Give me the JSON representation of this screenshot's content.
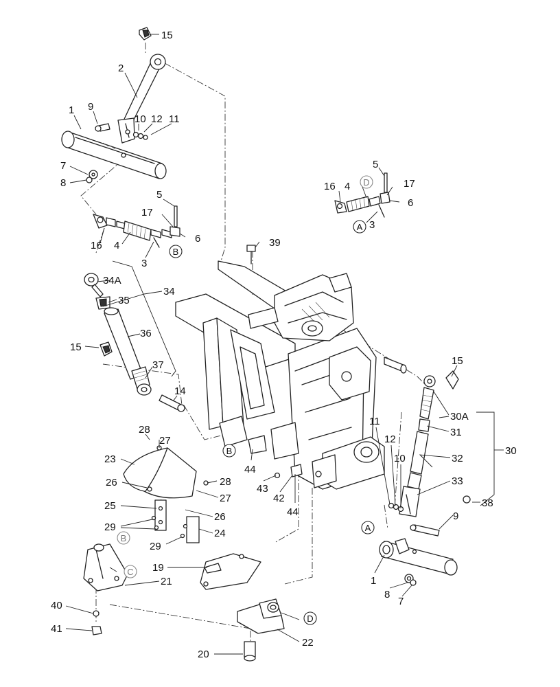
{
  "callouts": [
    {
      "t": "15"
    },
    {
      "t": "2"
    },
    {
      "t": "1"
    },
    {
      "t": "9"
    },
    {
      "t": "10"
    },
    {
      "t": "12"
    },
    {
      "t": "11"
    },
    {
      "t": "7"
    },
    {
      "t": "8"
    },
    {
      "t": "5"
    },
    {
      "t": "17"
    },
    {
      "t": "6"
    },
    {
      "t": "16"
    },
    {
      "t": "4"
    },
    {
      "t": "3"
    },
    {
      "t": "34A"
    },
    {
      "t": "35"
    },
    {
      "t": "34"
    },
    {
      "t": "36"
    },
    {
      "t": "15"
    },
    {
      "t": "37"
    },
    {
      "t": "14"
    },
    {
      "t": "39"
    },
    {
      "t": "5"
    },
    {
      "t": "16"
    },
    {
      "t": "4"
    },
    {
      "t": "17"
    },
    {
      "t": "6"
    },
    {
      "t": "3"
    },
    {
      "t": "15"
    },
    {
      "t": "30A"
    },
    {
      "t": "31"
    },
    {
      "t": "30"
    },
    {
      "t": "32"
    },
    {
      "t": "33"
    },
    {
      "t": "38"
    },
    {
      "t": "11"
    },
    {
      "t": "12"
    },
    {
      "t": "10"
    },
    {
      "t": "9"
    },
    {
      "t": "1"
    },
    {
      "t": "8"
    },
    {
      "t": "7"
    },
    {
      "t": "28"
    },
    {
      "t": "27"
    },
    {
      "t": "23"
    },
    {
      "t": "26"
    },
    {
      "t": "28"
    },
    {
      "t": "27"
    },
    {
      "t": "25"
    },
    {
      "t": "26"
    },
    {
      "t": "29"
    },
    {
      "t": "24"
    },
    {
      "t": "29"
    },
    {
      "t": "44"
    },
    {
      "t": "43"
    },
    {
      "t": "42"
    },
    {
      "t": "44"
    },
    {
      "t": "19"
    },
    {
      "t": "21"
    },
    {
      "t": "40"
    },
    {
      "t": "41"
    },
    {
      "t": "20"
    },
    {
      "t": "22"
    }
  ],
  "circled_refs": [
    {
      "t": "B"
    },
    {
      "t": "D"
    },
    {
      "t": "A"
    },
    {
      "t": "B"
    },
    {
      "t": "A"
    },
    {
      "t": "B"
    },
    {
      "t": "C"
    },
    {
      "t": "D"
    }
  ]
}
